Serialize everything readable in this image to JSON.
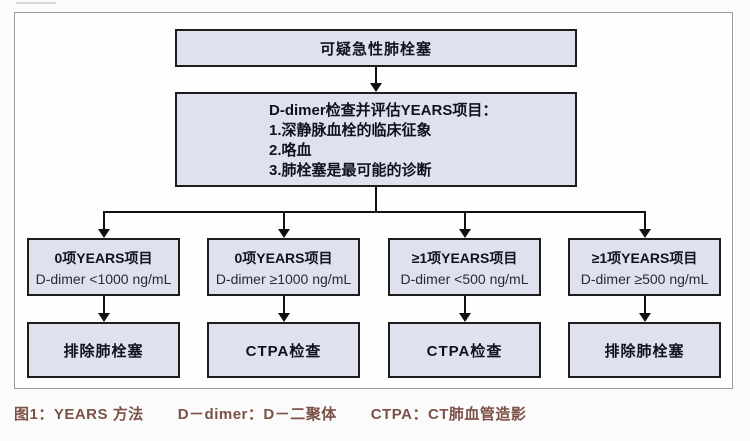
{
  "flow": {
    "top_box": {
      "label": "可疑急性肺栓塞"
    },
    "criteria_box": {
      "title": "D-dimer检查并评估YEARS项目：",
      "items": [
        "1.深静脉血栓的临床征象",
        "2.咯血",
        "3.肺栓塞是最可能的诊断"
      ]
    },
    "branches": [
      {
        "line1": "0项YEARS项目",
        "line2": "D-dimer <1000 ng/mL",
        "outcome": "排除肺栓塞"
      },
      {
        "line1": "0项YEARS项目",
        "line2": "D-dimer ≥1000 ng/mL",
        "outcome": "CTPA检查"
      },
      {
        "line1": "≥1项YEARS项目",
        "line2": "D-dimer <500 ng/mL",
        "outcome": "CTPA检查"
      },
      {
        "line1": "≥1项YEARS项目",
        "line2": "D-dimer ≥500 ng/mL",
        "outcome": "排除肺栓塞"
      }
    ],
    "caption": {
      "fig_label": "图1：YEARS 方法",
      "ddimer_def": "D－dimer：D－二聚体",
      "ctpa_def": "CTPA：CT肺血管造影"
    },
    "colors": {
      "box_fill": "#dfe1ee",
      "box_border": "#1d1d1d",
      "connector_line": "#111111",
      "caption_text": "#7b5148",
      "frame_border": "#9c9c9c"
    }
  }
}
